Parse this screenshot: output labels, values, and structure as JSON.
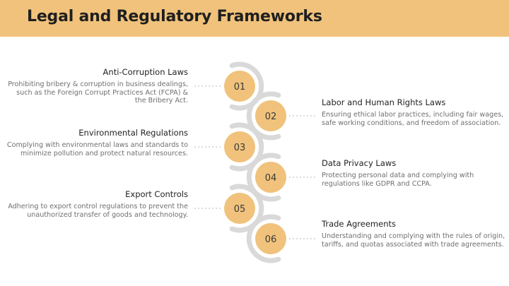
{
  "header": {
    "title": "Legal and Regulatory Frameworks",
    "color": "#f0c27b"
  },
  "colors": {
    "ring": "#d9d9d9",
    "circle": "#f0c27b",
    "connector": "#c8c8c8"
  },
  "items": [
    {
      "number": "01",
      "side": "left",
      "title": "Anti-Corruption Laws",
      "description": "Prohibiting bribery & corruption in business dealings, such as the Foreign Corrupt Practices Act (FCPA) & the Bribery Act."
    },
    {
      "number": "02",
      "side": "right",
      "title": "Labor and Human Rights Laws",
      "description": "Ensuring ethical labor practices, including fair wages, safe working conditions, and freedom of association."
    },
    {
      "number": "03",
      "side": "left",
      "title": "Environmental Regulations",
      "description": "Complying with environmental laws and standards to minimize pollution and protect natural resources."
    },
    {
      "number": "04",
      "side": "right",
      "title": "Data Privacy Laws",
      "description": "Protecting personal data and complying with regulations like GDPR and CCPA."
    },
    {
      "number": "05",
      "side": "left",
      "title": "Export Controls",
      "description": "Adhering to export control regulations to prevent the unauthorized transfer of goods and technology."
    },
    {
      "number": "06",
      "side": "right",
      "title": "Trade Agreements",
      "description": "Understanding and complying with the rules of origin, tariffs, and quotas associated with trade agreements."
    }
  ]
}
